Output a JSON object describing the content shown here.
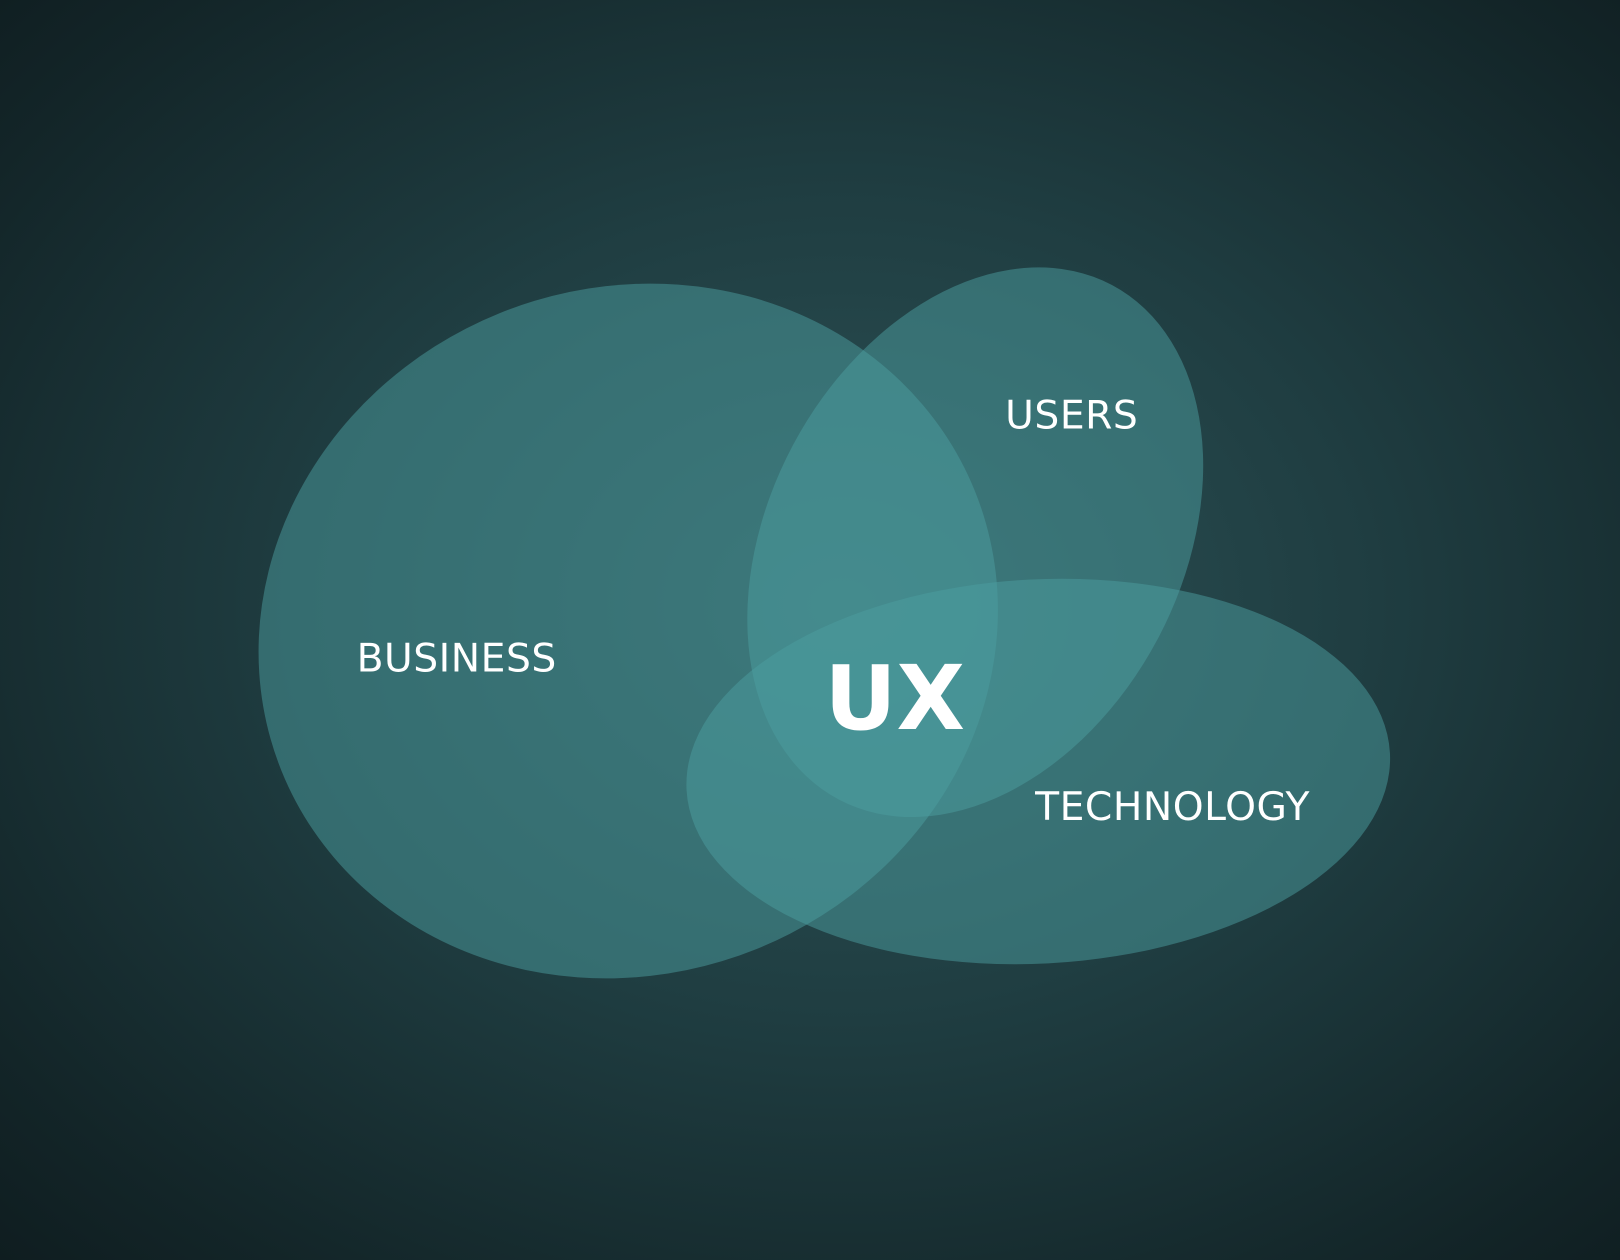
{
  "diagram": {
    "type": "venn",
    "sets": [
      {
        "id": "business",
        "label": "BUSINESS"
      },
      {
        "id": "users",
        "label": "USERS"
      },
      {
        "id": "technology",
        "label": "TECHNOLOGY"
      }
    ],
    "center_label": "UX",
    "fill_color": "#4c9ea0",
    "text_color": "#ffffff"
  }
}
